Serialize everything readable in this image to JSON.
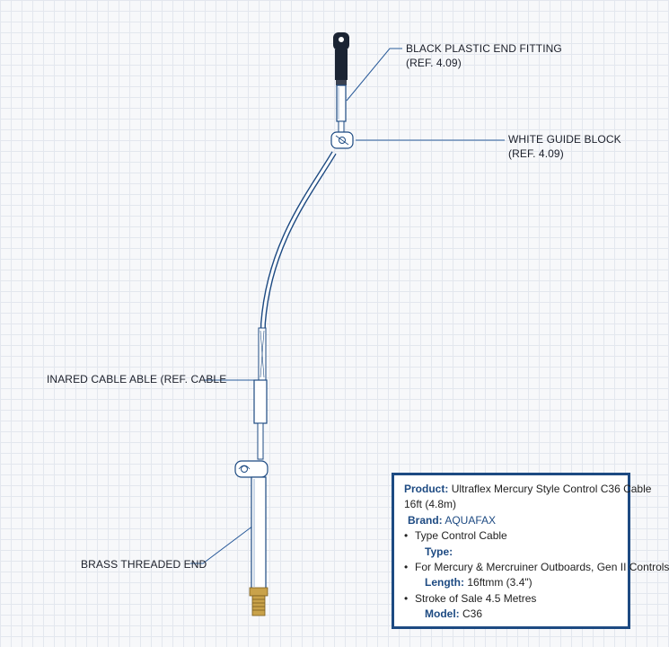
{
  "callouts": {
    "end_fitting": {
      "line1": "BLACK PLASTIC END FITTING",
      "line2": "(REF. 4.09)"
    },
    "guide_block": {
      "line1": "WHITE GUIDE BLOCK",
      "line2": "(REF. 4.09)"
    },
    "cable": {
      "line1": "INARED CABLE ABLE (REF. CABLE"
    },
    "brass_end": {
      "line1": "BRASS THREADED END"
    }
  },
  "info_box": {
    "product_key": "Product:",
    "product_value": "Ultraflex Mercury Style Control C36 Cable",
    "product_value_line2": "16ft (4.8m)",
    "brand_key": "Brand:",
    "brand_value": "AQUAFAX",
    "bullet": "•",
    "type_line": "Type Control Cable",
    "type_key": "Type:",
    "for_line": "For Mercury & Mercruiner Outboards, Gen II Controls",
    "length_key": "Length:",
    "length_value": "16ftmm (3.4\")",
    "stroke_line": "Stroke of Sale 4.5 Metres",
    "model_key": "Model:",
    "model_value": "C36"
  },
  "colors": {
    "cable_blue": "#1d4a82",
    "leader_blue": "#2a5b9a",
    "fitting_black": "#1b2433",
    "brass": "#c9a24a",
    "grid": "#e3e7ee"
  }
}
